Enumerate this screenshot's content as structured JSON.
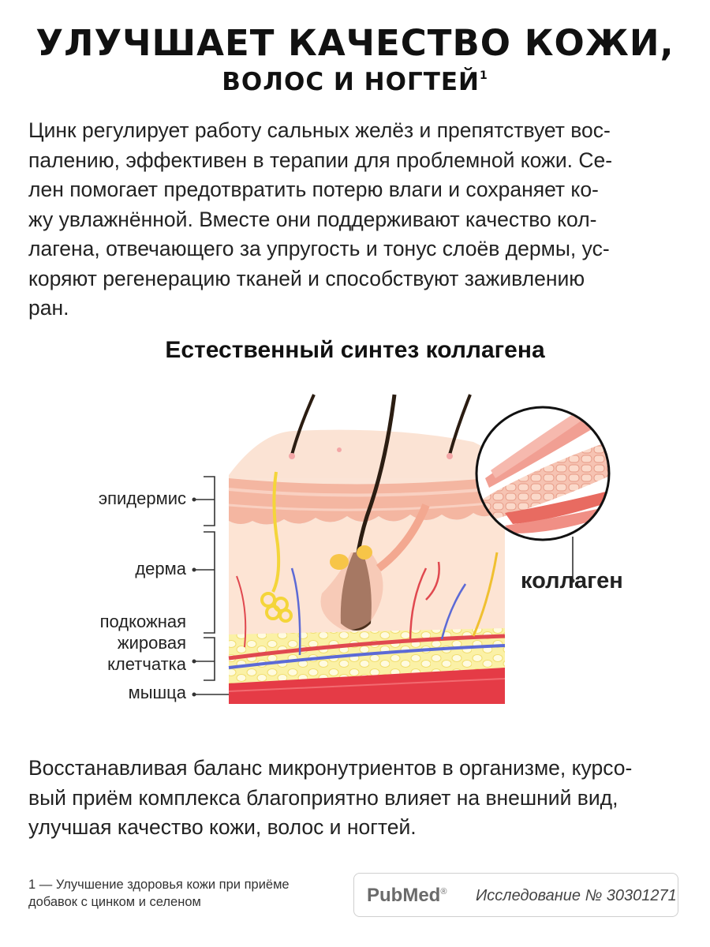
{
  "title": {
    "line1": "УЛУЧШАЕТ КАЧЕСТВО КОЖИ,",
    "line2": "ВОЛОС И НОГТЕЙ",
    "footnote_mark": "1"
  },
  "intro_lines": [
    "Цинк регулирует работу сальных желёз и препятствует вос-",
    "палению, эффективен в терапии для проблемной кожи. Се-",
    "лен помогает предотвратить потерю влаги и сохраняет ко-",
    "жу увлажнённой. Вместе они поддерживают качество кол-",
    "лагена, отвечающего за упругость и тонус слоёв дермы, ус-",
    "коряют регенерацию тканей и способствуют заживлению",
    "ран."
  ],
  "diagram": {
    "title": "Естественный синтез коллагена",
    "labels": {
      "epidermis": "эпидермис",
      "dermis": "дерма",
      "subcutaneous_1": "подкожная",
      "subcutaneous_2": "жировая",
      "subcutaneous_3": "клетчатка",
      "muscle": "мышца",
      "collagen": "коллаген"
    },
    "colors": {
      "skin_top": "#fbe0cf",
      "skin_side": "#f7d2bd",
      "fat": "#fbf0a0",
      "muscle": "#e53b46",
      "hair": "#2b1d12"
    }
  },
  "outro_lines": [
    "Восстанавливая баланс микронутриентов в организме, курсо-",
    "вый приём комплекса благоприятно влияет на внешний вид,",
    "улучшая качество кожи, волос и ногтей."
  ],
  "footnote": {
    "line1": "1 — Улучшение здоровья кожи при приёме",
    "line2": "добавок с цинком и селеном"
  },
  "source": {
    "logo_pub": "Pub",
    "logo_med": "Med",
    "registered": "®",
    "study": "Исследование № 30301271"
  }
}
